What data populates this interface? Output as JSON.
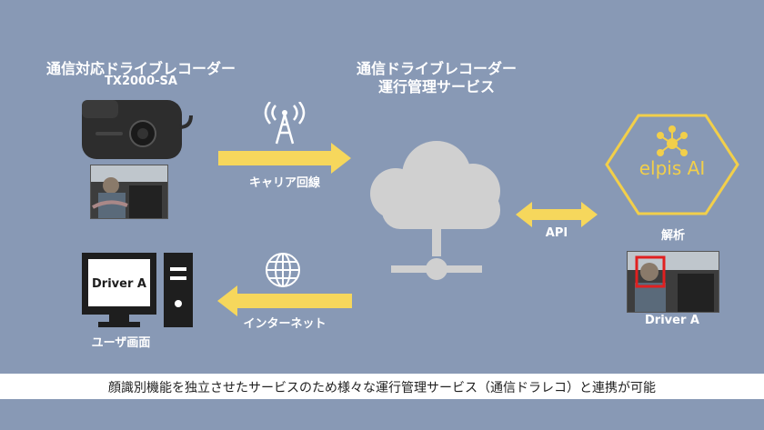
{
  "device": {
    "title": "通信対応ドライブレコーダー",
    "model": "TX2000-SA"
  },
  "service": {
    "title_line1": "通信ドライブレコーダー",
    "title_line2": "運行管理サービス"
  },
  "links": {
    "carrier": "キャリア回線",
    "api": "API",
    "internet": "インターネット"
  },
  "ai": {
    "brand": "elpis AI",
    "analysis_label": "解析",
    "result_label": "Driver A"
  },
  "user_screen": {
    "label": "ユーザ画面",
    "monitor_text": "Driver A"
  },
  "caption": "顔識別機能を独立させたサービスのため様々な運行管理サービス（通信ドラレコ）と連携が可能",
  "colors": {
    "background": "#8899b5",
    "arrow": "#f6d75c",
    "hexagon": "#f2cf4a",
    "cloud": "#d0d0d0",
    "detect_box": "#e02020"
  }
}
